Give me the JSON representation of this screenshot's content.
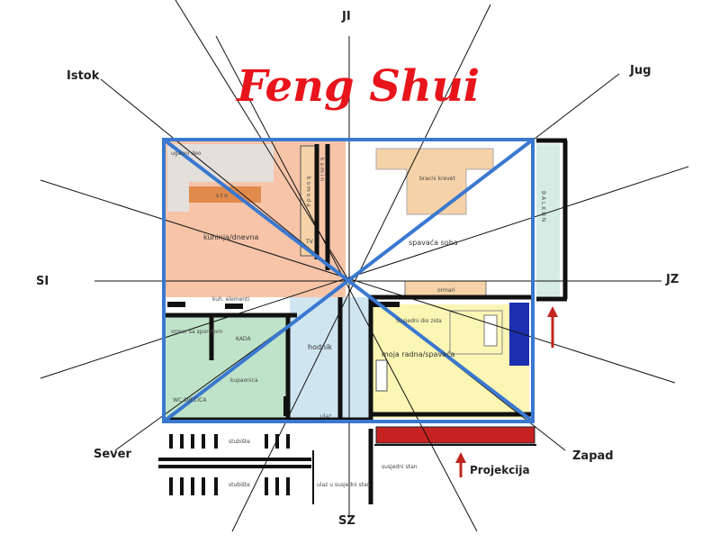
{
  "title": "Feng Shui",
  "directions": {
    "ji": "JI",
    "jug": "Jug",
    "istok": "Istok",
    "si": "SI",
    "jz": "JZ",
    "sever": "Sever",
    "zapad": "Zapad",
    "sz": "SZ"
  },
  "rooms": {
    "ugaoni_deo": "ugaoni deo",
    "sto": "s t o",
    "kuhinja": "kuhinja/dnevna",
    "komoda": "k o m o d a",
    "kamin": "k a m i n",
    "tv": "TV",
    "bracni_krevet": "bracni krevet",
    "spavaca_soba": "spavaća soba",
    "balkon": "B A L K O N",
    "ormari": "ormari",
    "kuh_elementi": "kuh. elementi",
    "kada": "KADA",
    "ormar": "ormar sa sporetom",
    "kupaonica": "kupaonica",
    "wc": "WC SIJEČICA",
    "hodnik": "hodnik",
    "moja_radna": "moja radna/spavaća",
    "susjedni_zid": "Susjedni dio zida",
    "stubiste_top": "stubište",
    "stubiste_bottom": "stubište",
    "ulaz": "ulaz u susjedni stan",
    "susjedni_stan": "susjedni stan",
    "ulaz_small": "ulaz"
  },
  "labels": {
    "projekcija": "Projekcija"
  },
  "colors": {
    "title": "#e8141b",
    "frame": "#3a78d0",
    "kitchen": "#f7c4a8",
    "bathroom": "#bfe3c8",
    "hall": "#cfe6f0",
    "office": "#fbf6b4",
    "furniture": "#f5d2a8",
    "balcony": "#d4ece4",
    "arrow": "#c0251e",
    "hatch": "#c72222"
  }
}
